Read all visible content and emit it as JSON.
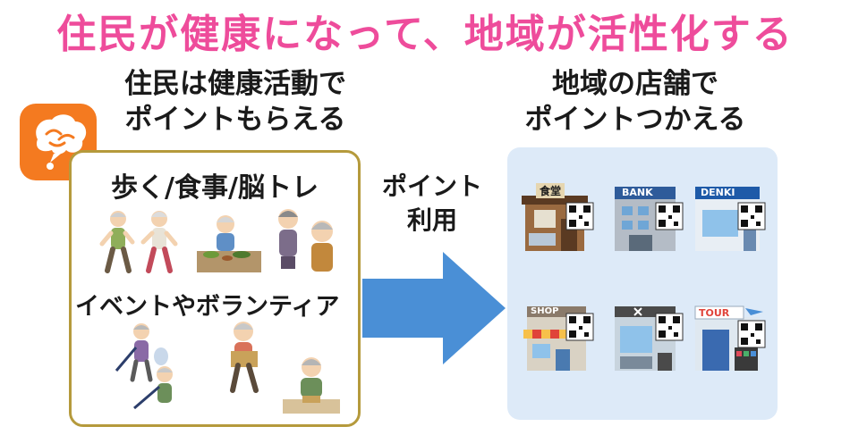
{
  "headline": {
    "text": "住民が健康になって、地域が活性化する",
    "color": "#ee4c9b"
  },
  "left_heading": {
    "line1": "住民は健康活動で",
    "line2": "ポイントもらえる"
  },
  "right_heading": {
    "line1": "地域の店舗で",
    "line2": "ポイントつかえる"
  },
  "app_icon": {
    "icon": "brain-speech-bubble-icon",
    "color": "#f47a20"
  },
  "activities": {
    "label_1": "歩く/食事/脳トレ",
    "label_2": "イベントやボランティア"
  },
  "arrow": {
    "line1": "ポイント",
    "line2": "利用",
    "color": "#4a8fd6"
  },
  "shops": [
    {
      "name": "restaurant",
      "sign": "食堂"
    },
    {
      "name": "bank",
      "sign": "BANK"
    },
    {
      "name": "electronics",
      "sign": "DENKI"
    },
    {
      "name": "shop",
      "sign": "SHOP"
    },
    {
      "name": "barber",
      "sign": ""
    },
    {
      "name": "travel-agency",
      "sign": "TOUR"
    }
  ]
}
